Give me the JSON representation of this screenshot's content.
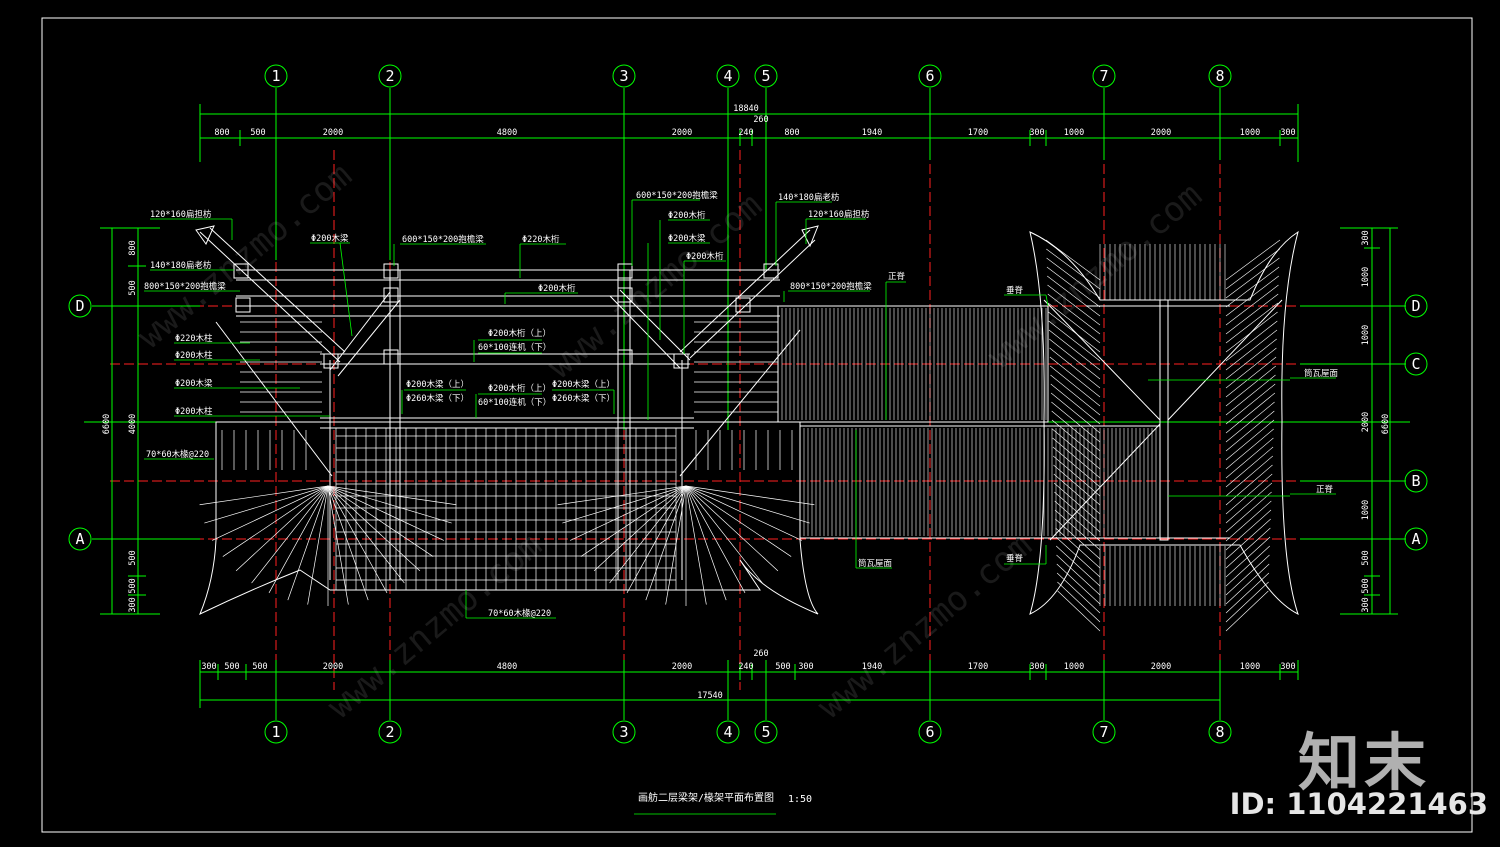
{
  "drawing": {
    "title": "画舫二层梁架/椽架平面布置图",
    "scale": "1:50",
    "colors": {
      "background": "#000000",
      "frame": "#ffffff",
      "grid": "#00ff00",
      "axis": "#ff2020",
      "member": "#ffffff",
      "text": "#ffffff",
      "leader": "#00ff00"
    }
  },
  "axes": {
    "columns": [
      "1",
      "2",
      "3",
      "4",
      "5",
      "6",
      "7",
      "8"
    ],
    "rows": [
      "D",
      "C",
      "B",
      "A"
    ]
  },
  "dimensions": {
    "top_total": "18840",
    "top_260": "260",
    "top_segments": [
      "800",
      "500",
      "2000",
      "4800",
      "2000",
      "240",
      "800",
      "1940",
      "1700",
      "300",
      "1000",
      "2000",
      "1000",
      "300"
    ],
    "bottom_total": "17540",
    "bottom_260": "260",
    "bottom_segments": [
      "300",
      "500",
      "500",
      "2000",
      "4800",
      "2000",
      "240",
      "500",
      "300",
      "1940",
      "1700",
      "300",
      "1000",
      "2000",
      "1000",
      "300"
    ],
    "left_segments": [
      "800",
      "500",
      "4000",
      "500",
      "500",
      "300"
    ],
    "left_total": "6600",
    "right_segments": [
      "300",
      "1000",
      "1000",
      "2000",
      "1000",
      "500",
      "500",
      "300"
    ],
    "right_total": "6600"
  },
  "labels": {
    "l1": "120*160扁担枋",
    "l2": "140*180扁老枋",
    "l3": "800*150*200抱檐梁",
    "l4": "Φ220木柱",
    "l5": "Φ200木柱",
    "l6": "Φ200木梁",
    "l7": "Φ200木柱",
    "l8": "70*60木椽@220",
    "l9": "Φ200木梁",
    "l10": "600*150*200抱檐梁",
    "l11": "Φ220木桁",
    "l12": "Φ200木桁",
    "l13": "Φ200木桁（上）",
    "l14": "60*100连机（下）",
    "l15": "Φ200木梁（上）",
    "l16": "Φ260木梁（下）",
    "l17": "Φ200木桁（上）",
    "l18": "60*100连机（下）",
    "l19": "Φ200木梁（上）",
    "l20": "Φ260木梁（下）",
    "l21": "600*150*200抱檐梁",
    "l22": "Φ200木桁",
    "l23": "Φ200木梁",
    "l24": "Φ200木桁",
    "l25": "140*180扁老枋",
    "l26": "120*160扁担枋",
    "l27": "800*150*200抱檐梁",
    "l28": "正脊",
    "l29": "垂脊",
    "l30": "筒瓦屋面",
    "l31": "筒瓦屋面",
    "l32": "正脊",
    "l33": "垂脊",
    "l34": "70*60木椽@220"
  },
  "watermark": {
    "brand": "知末",
    "id": "ID: 1104221463",
    "site": "www.znzmo.com"
  }
}
